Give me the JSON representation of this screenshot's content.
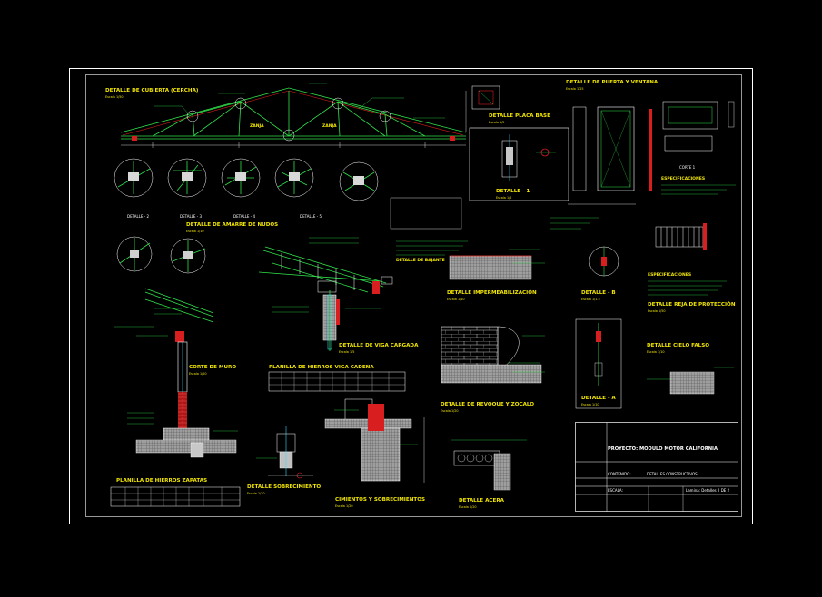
{
  "sheet": {
    "colors": {
      "background": "#000000",
      "frame": "#ffffff",
      "line_green": "#2fe04a",
      "label_yellow": "#f2e600",
      "accent_red": "#d81e1e",
      "concrete_gray": "#9a9a9a",
      "cyan": "#38d8ff"
    }
  },
  "details": {
    "truss_title": "DETALLE DE CUBIERTA (CERCHA)",
    "truss_scale": "Escala 1/50",
    "truss_tag_left": "ZANJA",
    "truss_tag_right": "ZANJA",
    "rafter_title": "DETALLE DE AMARRE DE NUDOS",
    "rafter_scale": "Escala 1/10",
    "purlin_title": "DETALLE PLACA BASE",
    "purlin_scale": "Escala 1/5",
    "purlin_sub_title": "DETALLE - 1",
    "purlin_sub_scale": "Escala 1/2",
    "door_title": "DETALLE DE PUERTA Y VENTANA",
    "door_scale": "Escala 1/25",
    "door_sub": "CORTE 1",
    "note_title": "ESPECIFICACIONES",
    "eave_note": "DETALLE DE BAJANTE",
    "drain_title": "DETALLE IMPERMEABILIZACIÓN",
    "drain_scale": "Escala 1/10",
    "pin_title": "DETALLE - B",
    "pin_scale": "Escala 1/1.5",
    "fence_title": "DETALLE REJA DE PROTECCIÓN",
    "fence_scale": "Escala 1/50",
    "fence_note": "ESPECIFICACIONES",
    "anchor_title": "DETALLE DE VIGA CARGADA",
    "anchor_scale": "Escala 1/5",
    "wall_title": "CORTE DE MURO",
    "wall_scale": "Escala 1/20",
    "table1_title": "PLANILLA DE HIERROS VIGA CADENA",
    "table2_title": "PLANILLA DE HIERROS ZAPATAS",
    "brick_title": "DETALLE DE REVOQUE Y ZOCALO",
    "brick_scale": "Escala 1/20",
    "post_title": "DETALLE - A",
    "post_scale": "Escala 1/10",
    "ceiling_title": "DETALLE CIELO FALSO",
    "ceiling_scale": "Escala 1/10",
    "column_title": "DETALLE SOBRECIMIENTO",
    "column_scale": "Escala 1/10",
    "found_title": "CIMIENTOS Y SOBRECIMIENTOS",
    "found_scale": "Escala 1/20",
    "sidewalk_title": "DETALLE ACERA",
    "sidewalk_scale": "Escala 1/20",
    "callouts": [
      "DETALLE - 2",
      "DETALLE - 3",
      "DETALLE - 4",
      "DETALLE - 5"
    ]
  },
  "title_block": {
    "project_label": "PROYECTO:",
    "project_name": "PROYECTO: MODULO MOTOR CALIFORNIA",
    "row_label": "CONTENIDO:",
    "row_text": "DETALLES CONSTRUCTIVOS",
    "drawn_label": "ESCALA:",
    "date_text": "Lamina: Detalles 2 DE 2"
  }
}
